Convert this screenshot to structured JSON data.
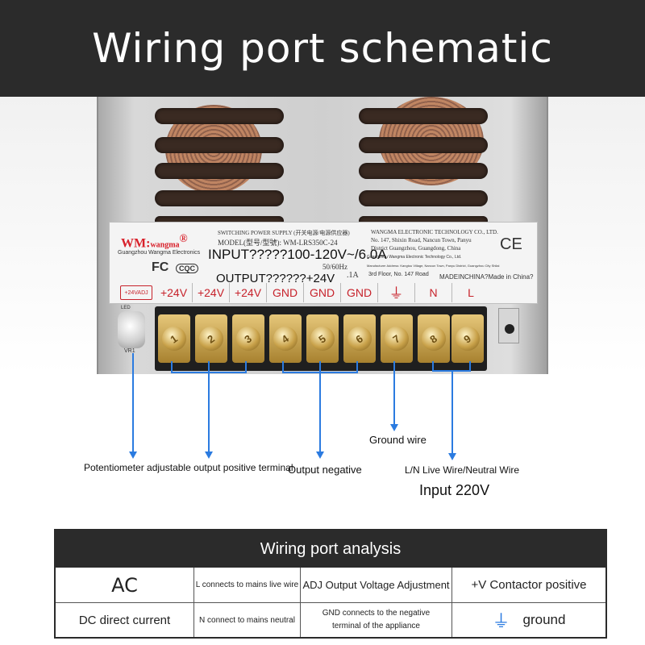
{
  "header": {
    "title": "Wiring port schematic"
  },
  "label_plate": {
    "brand": "WM",
    "brand_sub": "wangma",
    "brand_reg": "®",
    "brand_caption": "Guangzhou Wangma Electronics",
    "product_type": "SWITCHING POWER SUPPLY (开关电源/电源供应器)",
    "model": "MODEL(型号/型號): WM-LRS350C-24",
    "input": "INPUT?????100-120V~/6.0A",
    "freq": "50/60Hz",
    "output": "OUTPUT??????+24V",
    "current": ".1A",
    "company": "WANGMA ELECTRONIC TECHNOLOGY CO., LTD.",
    "address_1": "No. 147, Shixin Road, Nancun Town, Panyu",
    "address_2": "District Guangzhou, Guangdong, China",
    "company_cn": "Guangzhou Wangma Electronic Technology Co., Ltd.",
    "address_cn": "Manufacturer Address: Kangtou Village, Nancun Town, Panyu District, Guangzhou City Shilai",
    "road": "3rd Floor, No. 147 Road",
    "made_in": "MADEINCHINA?Made in China?",
    "ce": "CE",
    "fc": "FC",
    "cqc": "CQC"
  },
  "terminals": {
    "labels": [
      "+24VADJ",
      "+24V",
      "+24V",
      "+24V",
      "GND",
      "GND",
      "GND",
      "⏚",
      "N",
      "L"
    ],
    "numbers": [
      "1",
      "2",
      "3",
      "4",
      "5",
      "6",
      "7",
      "8",
      "9"
    ],
    "pot_label": "VR1",
    "pot_sub": "LED"
  },
  "callouts": {
    "potentiometer": "Potentiometer adjustable output positive terminal",
    "output_negative": "Output negative",
    "ground": "Ground wire",
    "live_neutral": "L/N Live Wire/Neutral Wire",
    "input_voltage": "Input 220V"
  },
  "table": {
    "title": "Wiring port analysis",
    "rows": [
      [
        "AC",
        "L connects to mains live wire",
        "ADJ Output Voltage Adjustment",
        "+V Contactor positive"
      ],
      [
        "DC direct current",
        "N connect to mains neutral",
        "GND connects to the negative terminal of the appliance",
        "ground"
      ]
    ],
    "ground_symbol": "⏚"
  },
  "colors": {
    "banner": "#2b2b2b",
    "callout": "#2b7be0",
    "terminal_label": "#c7222b",
    "brand": "#d8202a"
  }
}
